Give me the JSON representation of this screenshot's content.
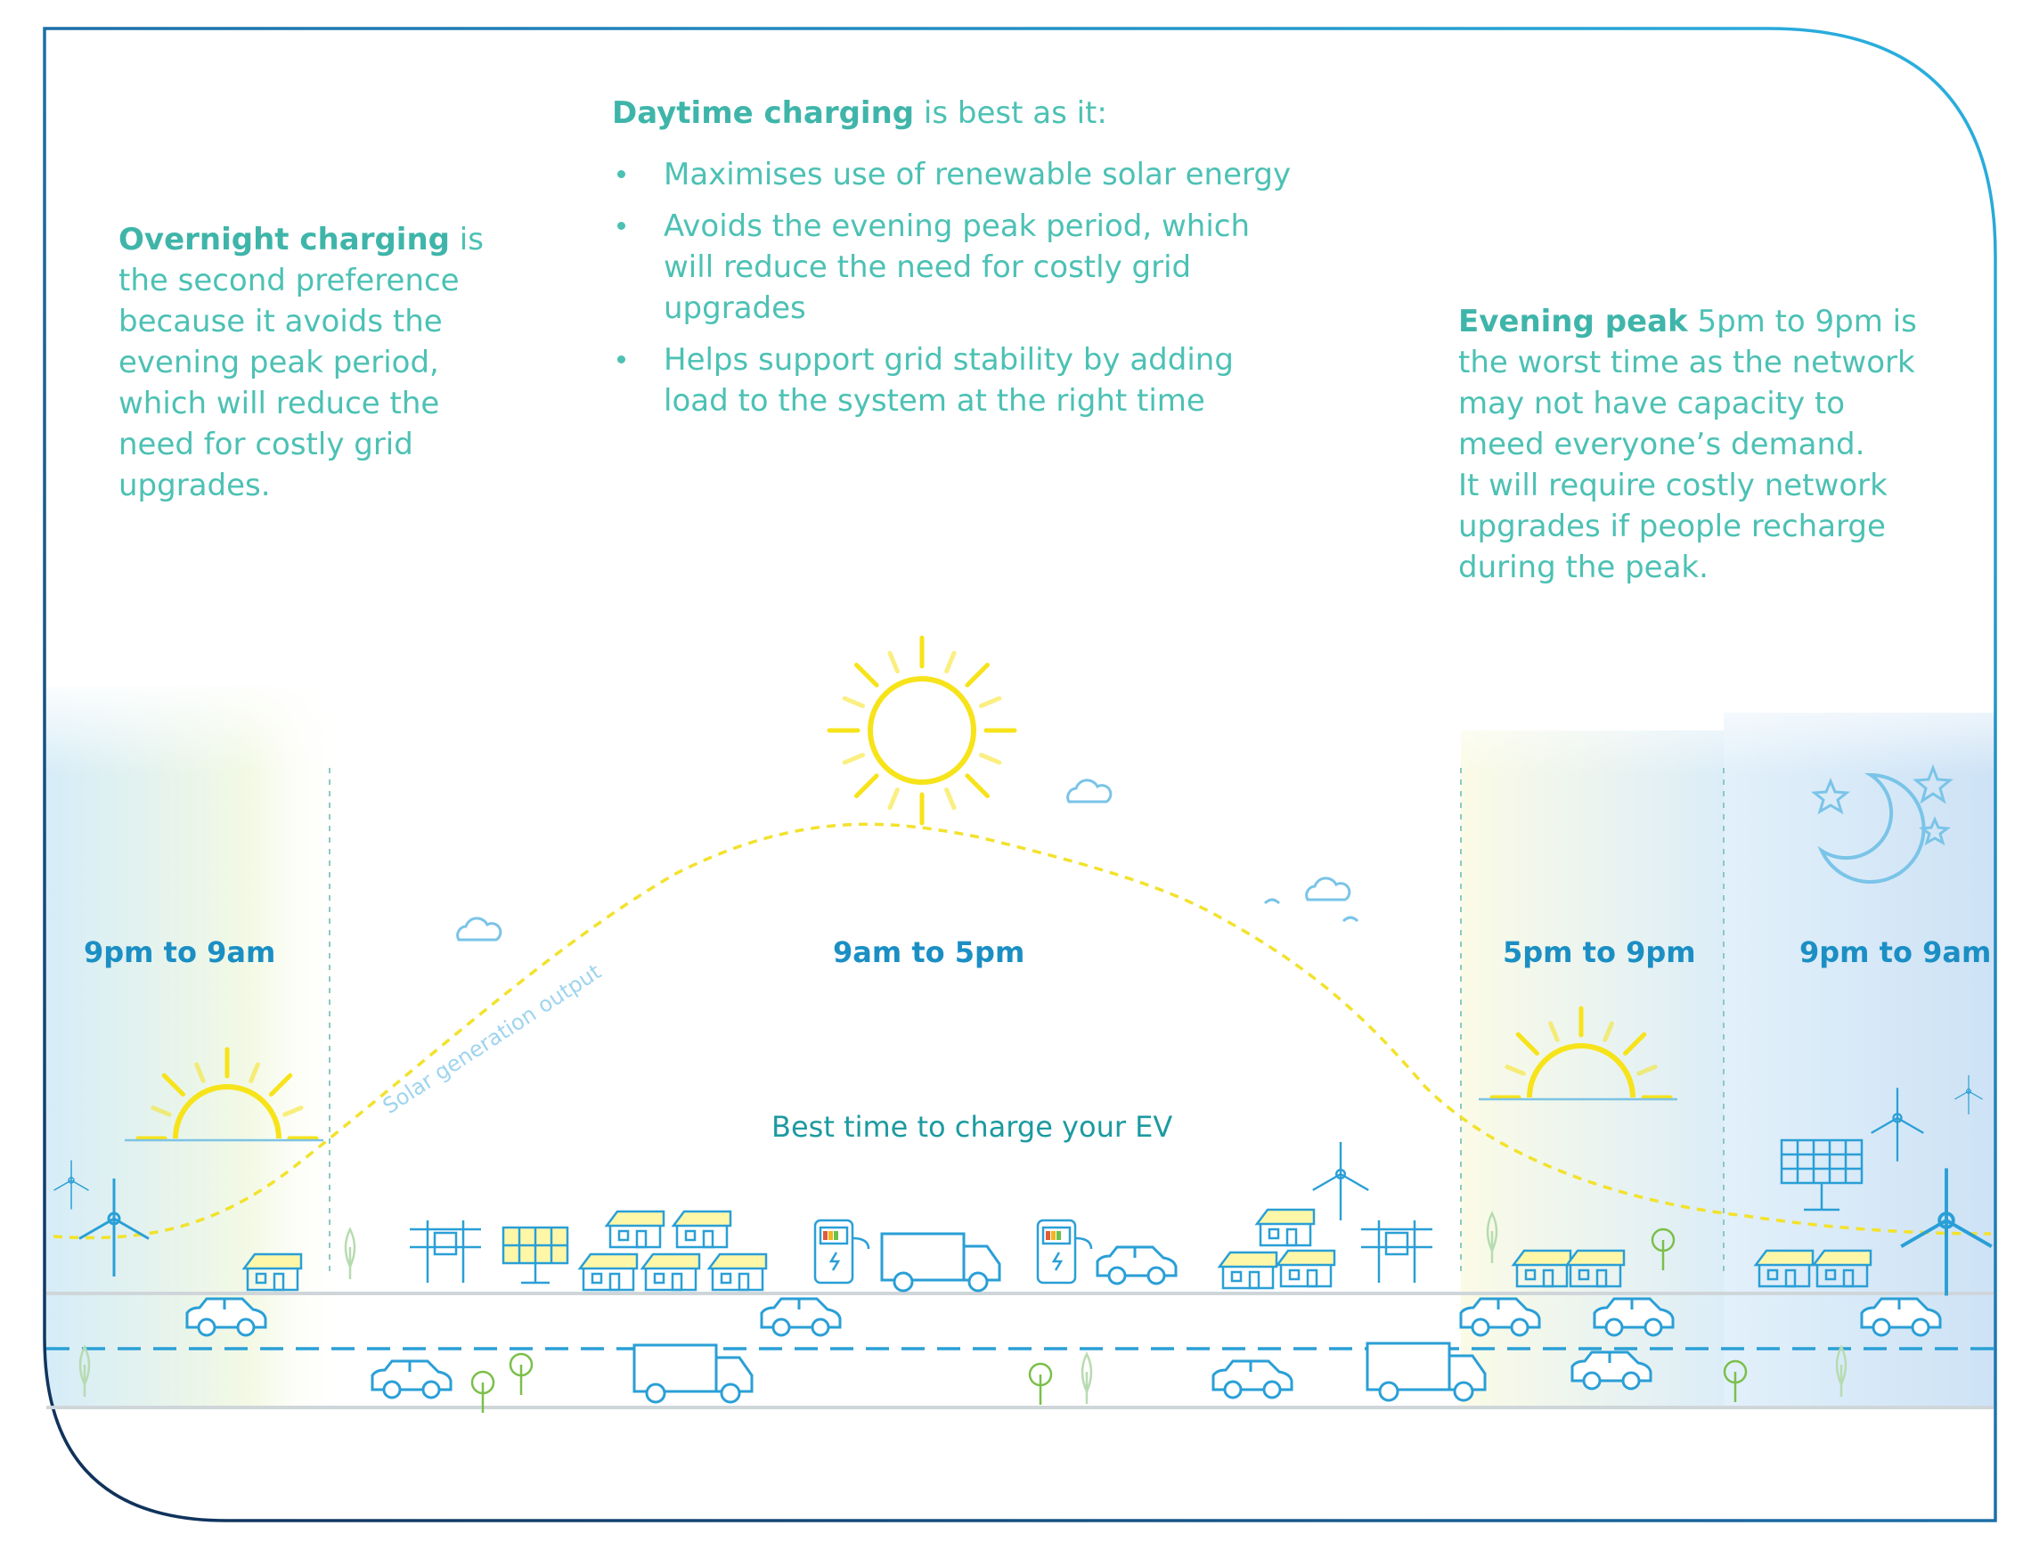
{
  "overnight": {
    "heading": "Overnight charging",
    "lines": [
      " is",
      "the second preference",
      "because it avoids the",
      "evening peak period,",
      "which will reduce the",
      "need for costly grid",
      "upgrades."
    ]
  },
  "daytime": {
    "heading": "Daytime charging",
    "intro_rest": " is best as it:",
    "bullets": [
      [
        "Maximises use of renewable solar energy"
      ],
      [
        "Avoids the evening peak period, which",
        "will reduce the need for costly grid",
        "upgrades"
      ],
      [
        "Helps support grid stability by adding",
        "load to the system at the right time"
      ]
    ]
  },
  "evening": {
    "heading": "Evening peak",
    "lines": [
      " 5pm to 9pm is",
      "the worst time as the network",
      "may not have capacity to",
      "meed everyone’s demand.",
      "It will require costly network",
      "upgrades if people recharge",
      "during the peak."
    ]
  },
  "periods": {
    "overnight_left": "9pm to 9am",
    "daytime": "9am to 5pm",
    "evening": "5pm to 9pm",
    "overnight_right": "9pm to 9am"
  },
  "best_time": "Best time to charge your EV",
  "solar_curve_label": "Solar generation output",
  "colors": {
    "text_teal": "#4cc1b4",
    "period_blue": "#1b8fc4",
    "sun_yellow": "#f5e21d",
    "line_blue": "#2a9fd6",
    "border_dark": "#123e66",
    "border_light": "#2aa9dc"
  },
  "icons": [
    "sun-icon",
    "sunrise-icon",
    "sunset-icon",
    "moon-icon",
    "star-icon",
    "cloud-icon",
    "wind-turbine-icon",
    "solar-panel-icon",
    "house-icon",
    "power-pole-icon",
    "ev-charger-icon",
    "car-icon",
    "truck-icon",
    "tree-icon"
  ]
}
